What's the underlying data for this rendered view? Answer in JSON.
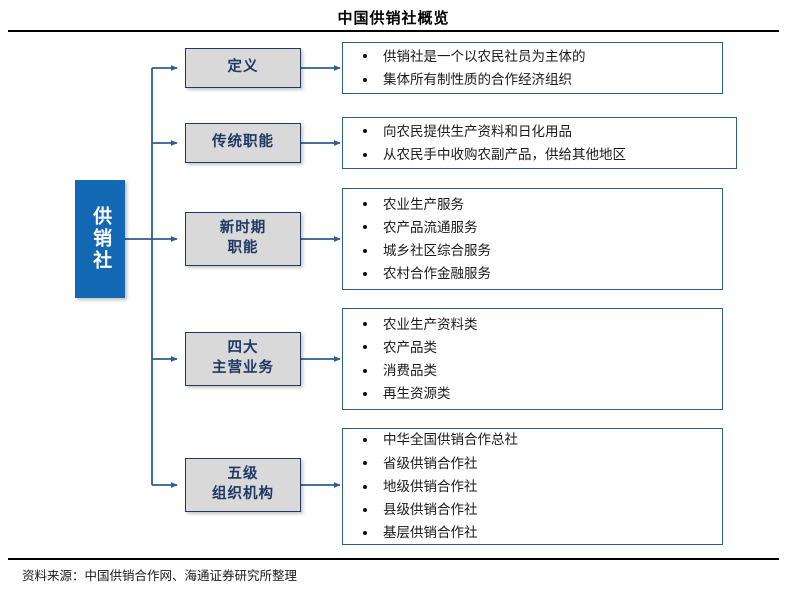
{
  "header": {
    "title": "中国供销社概览"
  },
  "footer": {
    "source": "资料来源：中国供销合作网、海通证券研究所整理"
  },
  "root": {
    "label": "供销社"
  },
  "colors": {
    "root_fill": "#1268B3",
    "node_fill": "#D9D9D9",
    "node_border": "#203864",
    "node_text": "#1F3864",
    "panel_border": "#2E5E8E",
    "connector": "#2E5E8E",
    "rule": "#000000"
  },
  "branches": [
    {
      "node_label": "定义",
      "items": [
        "供销社是一个以农民社员为主体的",
        "集体所有制性质的合作经济组织"
      ]
    },
    {
      "node_label": "传统职能",
      "items": [
        "向农民提供生产资料和日化用品",
        "从农民手中收购农副产品，供给其他地区"
      ]
    },
    {
      "node_label": "新时期\n职能",
      "items": [
        "农业生产服务",
        "农产品流通服务",
        "城乡社区综合服务",
        "农村合作金融服务"
      ]
    },
    {
      "node_label": "四大\n主营业务",
      "items": [
        "农业生产资料类",
        "农产品类",
        "消费品类",
        "再生资源类"
      ]
    },
    {
      "node_label": "五级\n组织机构",
      "items": [
        "中华全国供销合作总社",
        "省级供销合作社",
        "地级供销合作社",
        "县级供销合作社",
        "基层供销合作社"
      ]
    }
  ]
}
